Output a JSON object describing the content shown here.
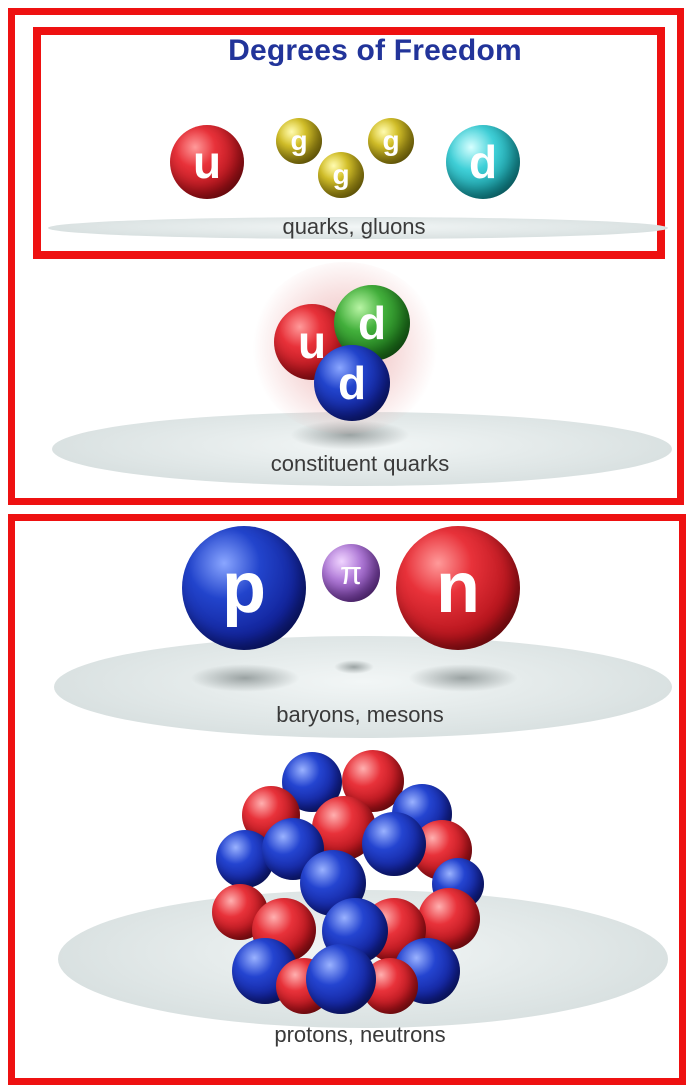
{
  "title": "Degrees of Freedom",
  "levels": {
    "quarks_gluons": {
      "label": "quarks, gluons",
      "particles": [
        "u",
        "g",
        "g",
        "g",
        "d"
      ]
    },
    "constituent_quarks": {
      "label": "constituent quarks",
      "particles": [
        "u",
        "d",
        "d"
      ]
    },
    "baryons_mesons": {
      "label": "baryons, mesons",
      "particles": [
        "p",
        "π",
        "n"
      ]
    },
    "protons_neutrons": {
      "label": "protons, neutrons"
    }
  },
  "colors": {
    "frame": "#ee1111",
    "title": "#22349a",
    "proton_blue": "#1a2fb0",
    "neutron_red": "#d0202a"
  }
}
